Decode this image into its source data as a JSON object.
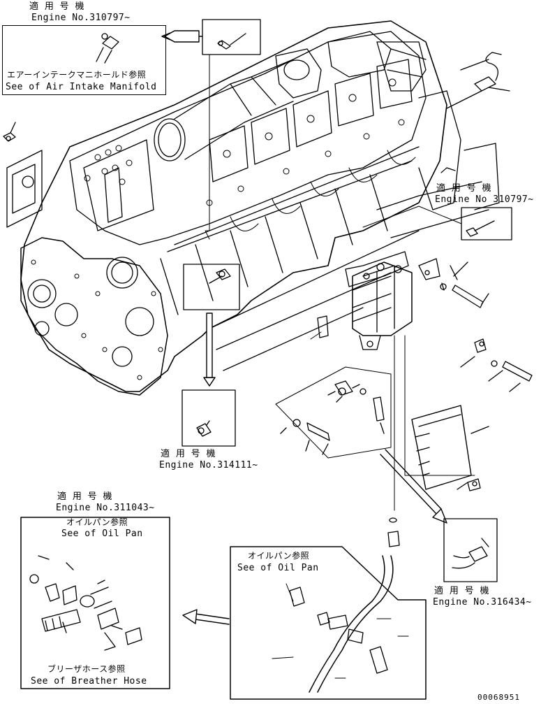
{
  "labels": {
    "top_applicable": "適 用 号 機",
    "top_engine": "Engine No.310797~",
    "air_intake_jp": "エアーインテークマニホールド参照",
    "air_intake_en": "See of Air Intake Manifold",
    "right_applicable": "適 用 号 機",
    "right_engine": "Engine No 310797~",
    "mid_applicable": "適 用 号 機",
    "mid_engine": "Engine No.314111~",
    "left_applicable": "適 用 号 機",
    "left_engine": "Engine No.311043~",
    "oil_pan_jp_left": "オイルパン参照",
    "oil_pan_en_left": "See of Oil Pan",
    "breather_jp": "ブリーザホース参照",
    "breather_en": "See of Breather Hose",
    "oil_pan_jp_center": "オイルパン参照",
    "oil_pan_en_center": "See of Oil Pan",
    "br_applicable": "適 用 号 機",
    "br_engine": "Engine No.316434~",
    "drawing_number": "00068951"
  }
}
